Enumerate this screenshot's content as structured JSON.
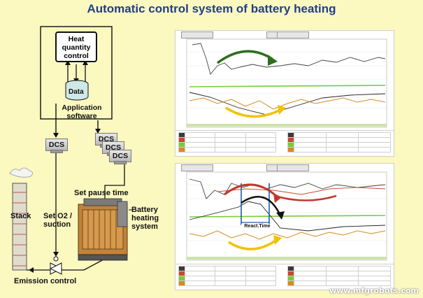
{
  "title": "Automatic control system of battery heating",
  "diagram": {
    "heat_control": "Heat quantity control",
    "data": "Data",
    "application_software": "Application software",
    "dcs_left": "DCS",
    "dcs_stack": [
      "DCS",
      "DCS",
      "DCS"
    ],
    "set_pause_time": "Set pause time",
    "stack": "Stack",
    "set_o2_suction": "Set O2 / suction",
    "battery_heating_system": "Battery heating system",
    "emission_control": "Emission control"
  },
  "charts": {
    "header_labels": [
      "",
      "",
      ""
    ],
    "react_time": "React.Time"
  },
  "watermark": "www.mfgrobots.com",
  "colors": {
    "background": "#fbf8c0",
    "title": "#1f3f8a",
    "green_arrow": "#2f6e1f",
    "yellow_arrow": "#f2c200",
    "red_arrow": "#c0392b"
  }
}
